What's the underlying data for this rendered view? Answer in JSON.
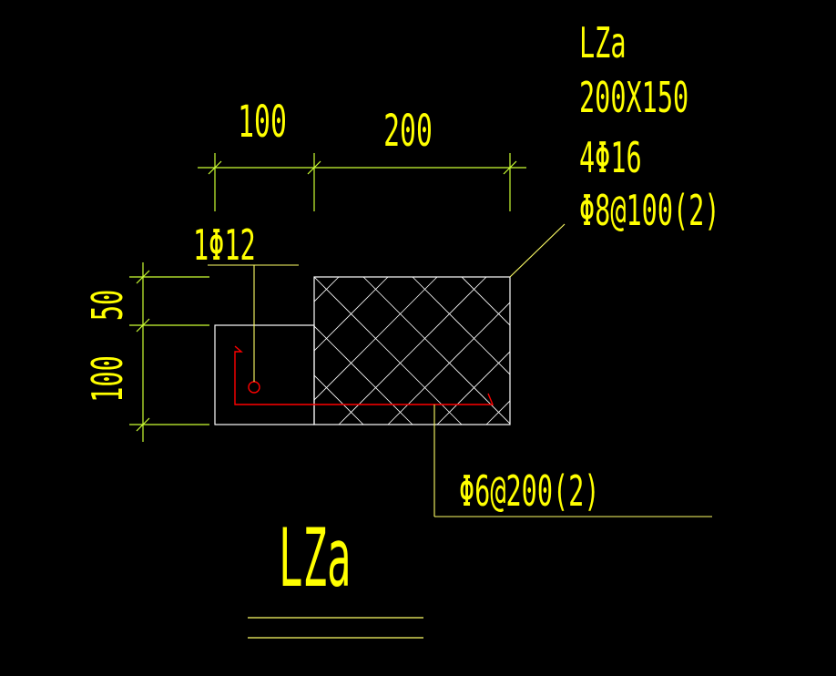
{
  "colors": {
    "background": "#000000",
    "text": "#ffff00",
    "dimension": "#ccff33",
    "outline": "#ffffff",
    "rebar": "#ff0000",
    "leader": "#ffff66"
  },
  "labels": {
    "beam_name": "LZa",
    "beam_size": "200X150",
    "main_rebar": "4Φ16",
    "stirrup": "Φ8@100(2)",
    "side_rebar": "1Φ12",
    "bottom_stirrup": "Φ6@200(2)",
    "section_title": "LZa"
  },
  "dimensions": {
    "top_left": "100",
    "top_right": "200",
    "side_upper": "50",
    "side_total": "100"
  }
}
